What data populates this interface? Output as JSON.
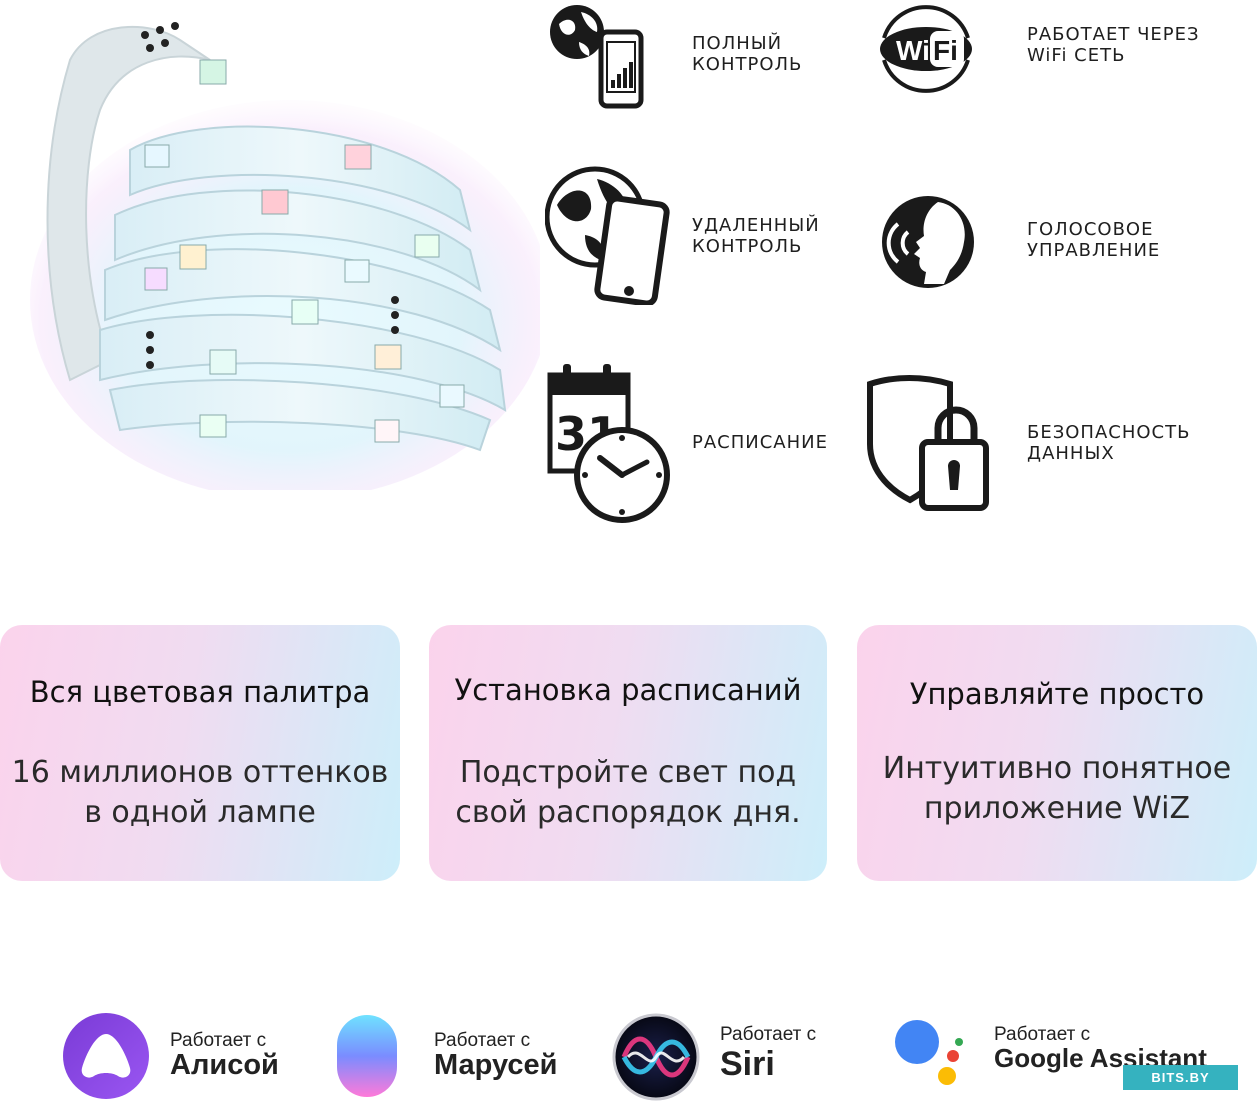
{
  "features": [
    {
      "icon": "globe-phone-icon",
      "lines": [
        "ПОЛНЫЙ",
        "КОНТРОЛЬ"
      ]
    },
    {
      "icon": "wifi-icon",
      "lines": [
        "РАБОТАЕТ ЧЕРЕЗ",
        "WiFi СЕТЬ"
      ]
    },
    {
      "icon": "globe-tablet-icon",
      "lines": [
        "УДАЛЕННЫЙ",
        "КОНТРОЛЬ"
      ]
    },
    {
      "icon": "voice-icon",
      "lines": [
        "ГОЛОСОВОЕ",
        "УПРАВЛЕНИЕ"
      ]
    },
    {
      "icon": "calendar-clock-icon",
      "lines": [
        "РАСПИСАНИЕ"
      ]
    },
    {
      "icon": "shield-lock-icon",
      "lines": [
        "БЕЗОПАСНОСТЬ",
        "ДАННЫХ"
      ]
    }
  ],
  "icon_text": {
    "wifi_left": "Wi",
    "wifi_right": "Fi",
    "calendar_day": "31"
  },
  "cards": [
    {
      "title": "Вся цветовая палитра",
      "body": [
        "16 миллионов оттенков",
        "в одной лампе"
      ]
    },
    {
      "title": "Установка расписаний",
      "body": [
        "Подстройте свет под",
        "свой распорядок дня."
      ]
    },
    {
      "title": "Управляйте просто",
      "body": [
        "Интуитивно понятное",
        "приложение WiZ"
      ]
    }
  ],
  "assistants": [
    {
      "icon": "alice-icon",
      "small": "Работает с",
      "big": "Алисой"
    },
    {
      "icon": "marusia-icon",
      "small": "Работает с",
      "big": "Марусей"
    },
    {
      "icon": "siri-icon",
      "small": "Работает с",
      "big": "Siri"
    },
    {
      "icon": "google-assistant-icon",
      "small": "Работает с",
      "big": "Google Assistant"
    }
  ],
  "watermark": "BITS.BY",
  "colors": {
    "card_gradient_start": "#fbd3ec",
    "card_gradient_end": "#cdeefa",
    "watermark_bg": "#35b2bf",
    "icon_stroke": "#1a1a1a"
  }
}
